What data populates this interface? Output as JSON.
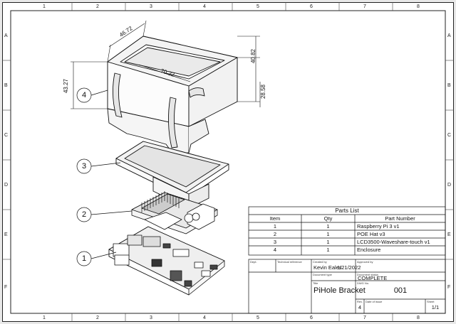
{
  "zones": {
    "top": [
      "1",
      "2",
      "3",
      "4",
      "5",
      "6",
      "7",
      "8"
    ],
    "side": [
      "A",
      "B",
      "C",
      "D",
      "E",
      "F"
    ]
  },
  "dimensions": {
    "d1": "46.72",
    "d2": "70.22",
    "d3": "40.82",
    "d4": "43.27",
    "d5": "28.58"
  },
  "callouts": [
    "1",
    "2",
    "3",
    "4"
  ],
  "parts_list": {
    "title": "Parts List",
    "headers": [
      "Item",
      "Qty",
      "Part Number"
    ],
    "rows": [
      [
        "1",
        "1",
        "Raspberry Pi 3 v1"
      ],
      [
        "2",
        "1",
        "POE Hat v3"
      ],
      [
        "3",
        "1",
        "LCD3500-Waveshare-touch v1"
      ],
      [
        "4",
        "1",
        "Enclosure"
      ]
    ]
  },
  "title_block": {
    "dept_label": "Dept.",
    "tech_ref_label": "Technical reference",
    "created_by_label": "Created by",
    "created_by": "Kevin Eales",
    "date": "1/21/2022",
    "approved_by_label": "Approved by",
    "doc_type_label": "Document type",
    "doc_status_label": "Document status",
    "doc_status": "COMPLETE",
    "title_label": "Title",
    "title": "PiHole Bracket",
    "dwg_no_label": "DWG No.",
    "dwg_no": "001",
    "rev_label": "Rev.",
    "rev": "4",
    "date_issue_label": "Date of issue",
    "sheet_label": "Sheet",
    "sheet": "1/1"
  }
}
